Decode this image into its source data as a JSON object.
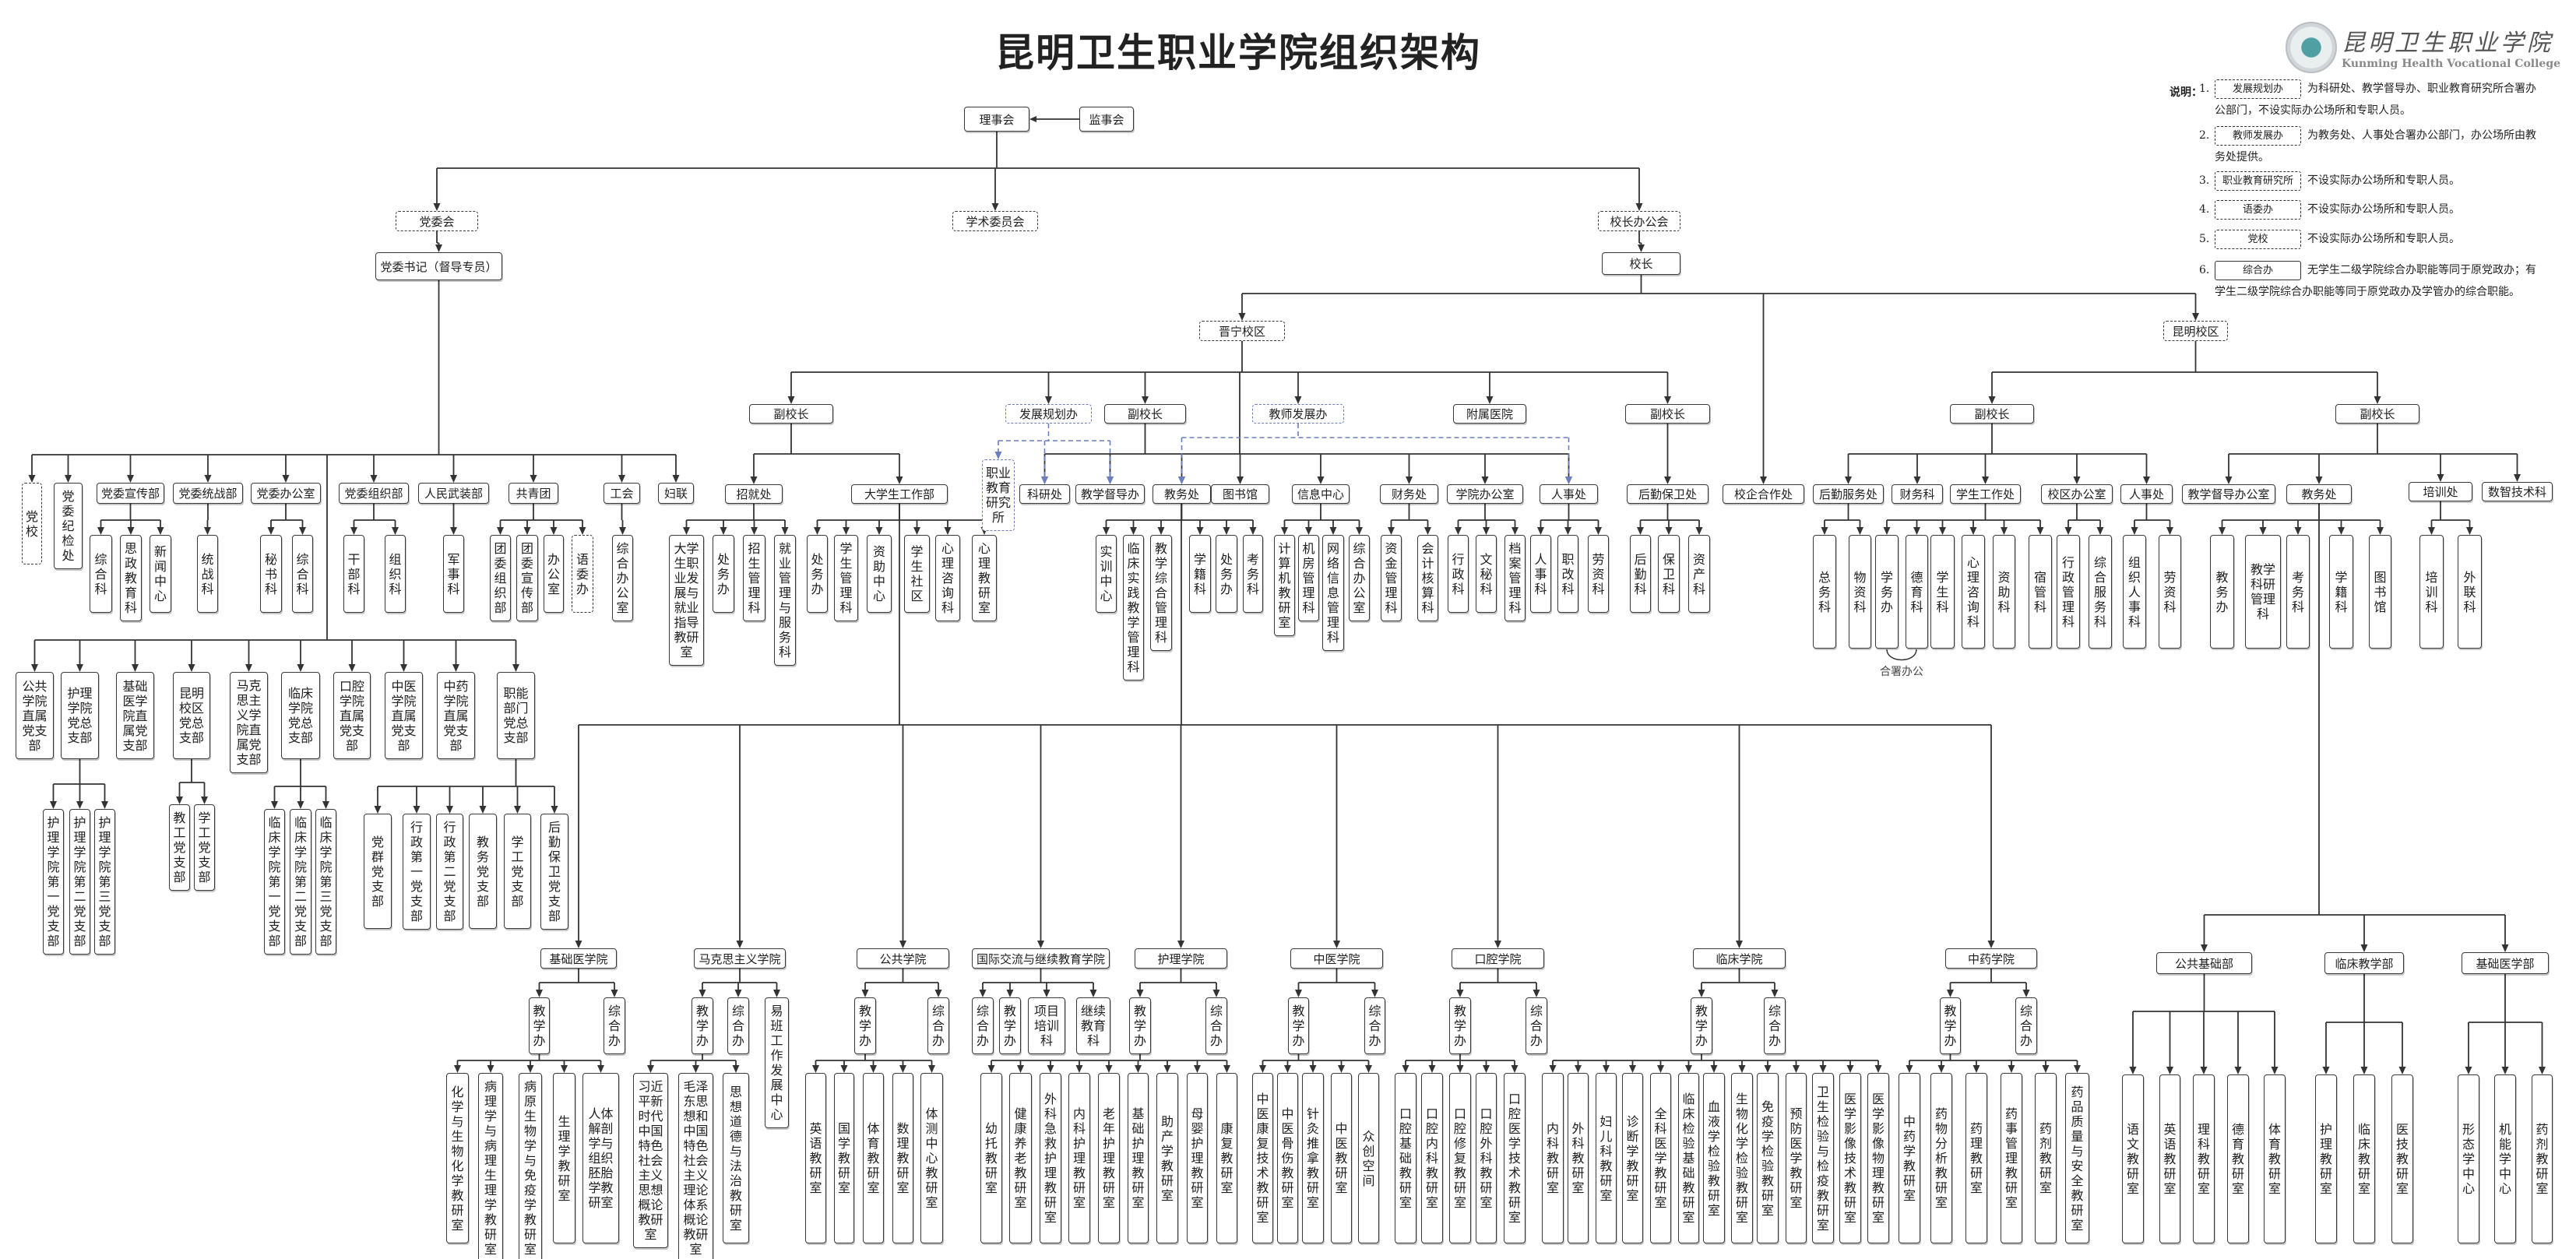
{
  "title": "昆明卫生职业学院组织架构",
  "logo": {
    "cn": "昆明卫生职业学院",
    "en": "Kunming Health Vocational College"
  },
  "legend": {
    "label": "说明：",
    "items": [
      {
        "num": "1.",
        "box": "发展规划办",
        "text": "为科研处、教学督导办、职业教育研究所合署办公部门，不设实际办公场所和专职人员。"
      },
      {
        "num": "2.",
        "box": "教师发展办",
        "text": "为教务处、人事处合署办公部门，办公场所由教务处提供。"
      },
      {
        "num": "3.",
        "box": "职业教育研究所",
        "text": "不设实际办公场所和专职人员。"
      },
      {
        "num": "4.",
        "box": "语委办",
        "text": "不设实际办公场所和专职人员。"
      },
      {
        "num": "5.",
        "box": "党校",
        "text": "不设实际办公场所和专职人员。"
      },
      {
        "num": "6.",
        "box": "综合办",
        "text": "无学生二级学院综合办职能等同于原党政办；有学生二级学院综合办职能等同于原党政办及学管办的综合职能。"
      }
    ]
  },
  "top": {
    "council": "理事会",
    "supervisory": "监事会",
    "party_committee": "党委会",
    "academic": "学术委员会",
    "president_office": "校长办公会",
    "secretary": "党委书记（督导专员）",
    "president": "校长",
    "jinning": "晋宁校区",
    "kunming": "昆明校区"
  },
  "party": {
    "units": [
      {
        "name": "党校"
      },
      {
        "name": "党委纪检处"
      },
      {
        "name": "党委宣传部",
        "children": [
          "综合科",
          "思政教育科",
          "新闻中心"
        ]
      },
      {
        "name": "党委统战部",
        "children": [
          "统战科"
        ]
      },
      {
        "name": "党委办公室",
        "children": [
          "秘书科",
          "综合科"
        ]
      },
      {
        "name": "党委组织部",
        "children": [
          "干部科",
          "组织科"
        ]
      },
      {
        "name": "人民武装部",
        "children": [
          "军事科"
        ]
      },
      {
        "name": "共青团",
        "children": [
          "团委组织部",
          "团委宣传部",
          "办公室",
          "语委办"
        ]
      },
      {
        "name": "工会",
        "children": [
          "综合办公室"
        ]
      },
      {
        "name": "妇联"
      }
    ],
    "branches": [
      {
        "name": "公共学院直属党支部"
      },
      {
        "name": "护理学院党总支部",
        "children": [
          "护理学院第一党支部",
          "护理学院第二党支部",
          "护理学院第三党支部"
        ]
      },
      {
        "name": "基础医学院直属党支部"
      },
      {
        "name": "昆明校区党总支部",
        "children": [
          "教工党支部",
          "学工党支部"
        ]
      },
      {
        "name": "马克思主义学院直属党支部"
      },
      {
        "name": "临床学院党总支部",
        "children": [
          "临床学院第一党支部",
          "临床学院第二党支部",
          "临床学院第三党支部"
        ]
      },
      {
        "name": "口腔学院直属党支部"
      },
      {
        "name": "中医学院直属党支部"
      },
      {
        "name": "中药学院直属党支部"
      },
      {
        "name": "职能部门党总支部",
        "children": [
          "党群党支部",
          "行政第一党支部",
          "行政第二党支部",
          "教务党支部",
          "学工党支部",
          "后勤保卫党支部"
        ]
      }
    ]
  },
  "jinning": {
    "vice_presidents": [
      "副校长",
      "副校长",
      "副校长"
    ],
    "dev_office": "发展规划办",
    "teacher_dev": "教师发展办",
    "hospital": "附属医院",
    "voc_institute": "职业教育研究所",
    "school_enterprise": "校企合作处",
    "depts": [
      {
        "name": "招就处",
        "children": [
          "大学生职业发展与就业指导教研室",
          "处务办",
          "招生管理科",
          "就业管理与服务科"
        ]
      },
      {
        "name": "大学生工作部",
        "children": [
          "处务办",
          "学生管理科",
          "资助中心",
          "学生社区",
          "心理咨询科",
          "心理教研室"
        ]
      },
      {
        "name": "科研处",
        "children": []
      },
      {
        "name": "教学督导办",
        "children": []
      },
      {
        "name": "教务处",
        "children": [
          "实训中心",
          "临床实践教学管理科",
          "教学综合管理科",
          "学籍科",
          "处务办",
          "考务科"
        ]
      },
      {
        "name": "图书馆",
        "children": []
      },
      {
        "name": "信息中心",
        "children": [
          "计算机教研室",
          "机房管理科",
          "网络信息管理科",
          "综合办公室"
        ]
      },
      {
        "name": "财务处",
        "children": [
          "资金管理科",
          "会计核算科"
        ]
      },
      {
        "name": "学院办公室",
        "children": [
          "行政科",
          "文秘科",
          "档案管理科"
        ]
      },
      {
        "name": "人事处",
        "children": [
          "人事科",
          "职改科",
          "劳资科"
        ]
      },
      {
        "name": "后勤保卫处",
        "children": [
          "后勤科",
          "保卫科",
          "资产科"
        ]
      }
    ]
  },
  "kunming": {
    "vice_presidents": [
      "副校长",
      "副校长"
    ],
    "joint_label": "合署办公",
    "depts": [
      {
        "name": "后勤服务处",
        "children": [
          "总务科",
          "物资科"
        ]
      },
      {
        "name": "财务科",
        "children": []
      },
      {
        "name": "学生工作处",
        "children": [
          "学务办",
          "德育科",
          "学生科",
          "心理咨询科",
          "资助科",
          "宿管科"
        ]
      },
      {
        "name": "校区办公室",
        "children": [
          "行政管理科",
          "综合服务科"
        ]
      },
      {
        "name": "人事处",
        "children": [
          "组织人事科",
          "劳资科"
        ]
      },
      {
        "name": "教学督导办公室",
        "children": []
      },
      {
        "name": "教务处",
        "children": [
          "教务办",
          "教学科研管理科",
          "考务科",
          "学籍科",
          "图书馆"
        ]
      },
      {
        "name": "培训处",
        "children": [
          "培训科",
          "外联科"
        ]
      },
      {
        "name": "数智技术科",
        "children": []
      }
    ],
    "teaching_depts": [
      {
        "name": "公共基础部",
        "labs": [
          "语文教研室",
          "英语教研室",
          "理科教研室",
          "德育教研室",
          "体育教研室"
        ]
      },
      {
        "name": "临床教学部",
        "labs": [
          "护理教研室",
          "临床教研室",
          "医技教研室"
        ]
      },
      {
        "name": "基础医学部",
        "labs": [
          "形态学中心",
          "机能学中心",
          "药剂教研室"
        ]
      }
    ]
  },
  "colleges": [
    {
      "name": "基础医学院",
      "offices": [
        "教学办",
        "综合办"
      ],
      "labs": [
        "化学与生物化学教研室",
        "病理学与病理生理学教研室",
        "病原生物学与免疫学教研室",
        "生理学教研室",
        "人体解剖学与组织胚胎学教研室"
      ]
    },
    {
      "name": "马克思主义学院",
      "offices": [
        "教学办",
        "综合办",
        "易班工作发展中心"
      ],
      "labs": [
        "习近平新时代中国特色社会主义思想概论教研室",
        "毛泽东思想和中国特色社会主义理论体系概论教研室",
        "思想道德与法治教研室"
      ]
    },
    {
      "name": "公共学院",
      "offices": [
        "教学办",
        "综合办"
      ],
      "labs": [
        "英语教研室",
        "国学教研室",
        "体育教研室",
        "数理教研室",
        "体测中心教研室"
      ]
    },
    {
      "name": "国际交流与继续教育学院",
      "offices": [
        "综合办",
        "教学办",
        "项目培训科",
        "继续教育科"
      ],
      "labs": []
    },
    {
      "name": "护理学院",
      "offices": [
        "教学办",
        "综合办"
      ],
      "labs": [
        "幼托教研室",
        "健康养老教研室",
        "外科急救护理教研室",
        "内科护理教研室",
        "老年护理教研室",
        "基础护理教研室",
        "助产学教研室",
        "母婴护理教研室",
        "康复教研室"
      ]
    },
    {
      "name": "中医学院",
      "offices": [
        "教学办",
        "综合办"
      ],
      "labs": [
        "中医康复技术教研室",
        "中医骨伤教研室",
        "针灸推拿教研室",
        "中医教研室",
        "众创空间"
      ]
    },
    {
      "name": "口腔学院",
      "offices": [
        "教学办",
        "综合办"
      ],
      "labs": [
        "口腔基础教研室",
        "口腔内科教研室",
        "口腔修复教研室",
        "口腔外科教研室",
        "口腔医学技术教研室"
      ]
    },
    {
      "name": "临床学院",
      "offices": [
        "教学办",
        "综合办"
      ],
      "labs": [
        "内科教研室",
        "外科教研室",
        "妇儿科教研室",
        "诊断学教研室",
        "全科医学教研室",
        "临床检验基础教研室",
        "血液学检验教研室",
        "生物化学检验教研室",
        "免疫学检验教研室",
        "预防医学教研室",
        "卫生检验与检疫教研室",
        "医学影像技术教研室",
        "医学影像物理教研室"
      ]
    },
    {
      "name": "中药学院",
      "offices": [
        "教学办",
        "综合办"
      ],
      "labs": [
        "中药学教研室",
        "药物分析教研室",
        "药理教研室",
        "药事管理教研室",
        "药剂教研室",
        "药品质量与安全教研室"
      ]
    }
  ],
  "colors": {
    "line": "#333333",
    "border": "#3a3a3a",
    "dashed_blue": "#6b7fc0"
  }
}
